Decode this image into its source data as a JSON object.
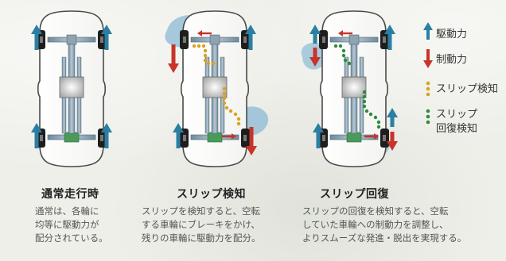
{
  "panels": [
    {
      "title": "通常走行時",
      "body": [
        "通常は、各輪に",
        "均等に駆動力が",
        "配分されている。"
      ]
    },
    {
      "title": "スリップ検知",
      "body": [
        "スリップを検知すると、空転",
        "する車輪にブレーキをかけ、",
        "残りの車輪に駆動力を配分。"
      ]
    },
    {
      "title": "スリップ回復",
      "body": [
        "スリップの回復を検知すると、空転",
        "していた車輪への制動力を調整し、",
        "よりスムーズな発進・脱出を実現する。"
      ]
    }
  ],
  "legend": {
    "drive": "駆動力",
    "brake": "制動力",
    "slip_detect": "スリップ検知",
    "slip_recover_1": "スリップ",
    "slip_recover_2": "回復検知"
  },
  "colors": {
    "drive_arrow": "#2b7fa3",
    "brake_arrow": "#c8342a",
    "slip_dot": "#d9a21e",
    "recover_dot": "#2f8a3c",
    "slip_splash": "#8bbad6",
    "chassis": "#9fb0bd",
    "tire": "#1e1e1e"
  }
}
